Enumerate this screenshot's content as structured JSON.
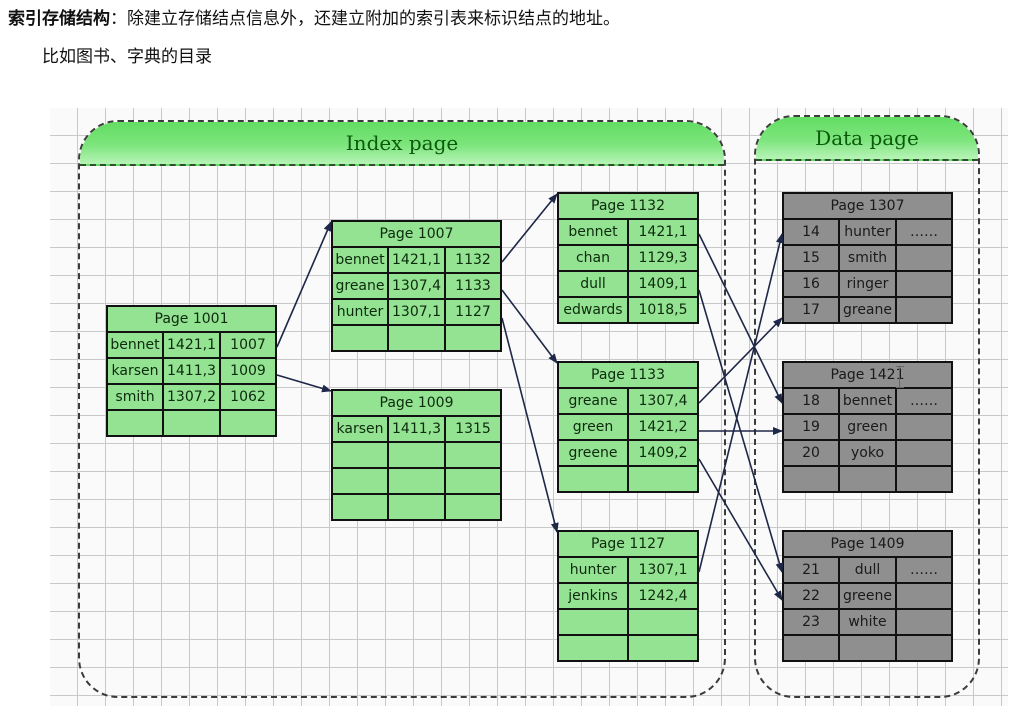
{
  "intro": {
    "term": "索引存储结构",
    "separator": "：",
    "definition": "除建立存储结点信息外，还建立附加的索引表来标识结点的地址。",
    "example": "比如图书、字典的目录"
  },
  "diagram": {
    "index_region_label": "Index page",
    "data_region_label": "Data page",
    "colors": {
      "index_table_fill": "#93e393",
      "data_table_fill": "#8f8f8f",
      "header_green": "#62dd62",
      "arrow": "#1e2748"
    },
    "index_pages": [
      {
        "id": "1001",
        "title": "Page 1001",
        "rows": [
          [
            "bennet",
            "1421,1",
            "1007"
          ],
          [
            "karsen",
            "1411,3",
            "1009"
          ],
          [
            "smith",
            "1307,2",
            "1062"
          ],
          [
            "",
            "",
            ""
          ]
        ]
      },
      {
        "id": "1007",
        "title": "Page 1007",
        "rows": [
          [
            "bennet",
            "1421,1",
            "1132"
          ],
          [
            "greane",
            "1307,4",
            "1133"
          ],
          [
            "hunter",
            "1307,1",
            "1127"
          ],
          [
            "",
            "",
            ""
          ]
        ]
      },
      {
        "id": "1009",
        "title": "Page 1009",
        "rows": [
          [
            "karsen",
            "1411,3",
            "1315"
          ],
          [
            "",
            "",
            ""
          ],
          [
            "",
            "",
            ""
          ],
          [
            "",
            "",
            ""
          ]
        ]
      },
      {
        "id": "1132",
        "title": "Page 1132",
        "rows": [
          [
            "bennet",
            "1421,1"
          ],
          [
            "chan",
            "1129,3"
          ],
          [
            "dull",
            "1409,1"
          ],
          [
            "edwards",
            "1018,5"
          ]
        ]
      },
      {
        "id": "1133",
        "title": "Page 1133",
        "rows": [
          [
            "greane",
            "1307,4"
          ],
          [
            "green",
            "1421,2"
          ],
          [
            "greene",
            "1409,2"
          ],
          [
            "",
            ""
          ]
        ]
      },
      {
        "id": "1127",
        "title": "Page 1127",
        "rows": [
          [
            "hunter",
            "1307,1"
          ],
          [
            "jenkins",
            "1242,4"
          ],
          [
            "",
            ""
          ],
          [
            "",
            ""
          ]
        ]
      }
    ],
    "data_pages": [
      {
        "id": "1307",
        "title": "Page 1307",
        "rows": [
          [
            "14",
            "hunter",
            "……"
          ],
          [
            "15",
            "smith",
            ""
          ],
          [
            "16",
            "ringer",
            ""
          ],
          [
            "17",
            "greane",
            ""
          ]
        ]
      },
      {
        "id": "1421",
        "title": "Page 1421",
        "rows": [
          [
            "18",
            "bennet",
            "……"
          ],
          [
            "19",
            "green",
            ""
          ],
          [
            "20",
            "yoko",
            ""
          ],
          [
            "",
            "",
            ""
          ]
        ]
      },
      {
        "id": "1409",
        "title": "Page 1409",
        "rows": [
          [
            "21",
            "dull",
            "……"
          ],
          [
            "22",
            "greene",
            ""
          ],
          [
            "23",
            "white",
            ""
          ],
          [
            "",
            "",
            ""
          ]
        ]
      }
    ],
    "links": [
      {
        "from": "1001:0",
        "to": "1007"
      },
      {
        "from": "1001:1",
        "to": "1009"
      },
      {
        "from": "1007:0",
        "to": "1132"
      },
      {
        "from": "1007:1",
        "to": "1133"
      },
      {
        "from": "1007:2",
        "to": "1127"
      },
      {
        "from": "1132:0",
        "to": "1421:0"
      },
      {
        "from": "1132:2",
        "to": "1409:0"
      },
      {
        "from": "1133:0",
        "to": "1307:3"
      },
      {
        "from": "1133:1",
        "to": "1421:1"
      },
      {
        "from": "1133:2",
        "to": "1409:1"
      },
      {
        "from": "1127:0",
        "to": "1307:0"
      }
    ]
  }
}
